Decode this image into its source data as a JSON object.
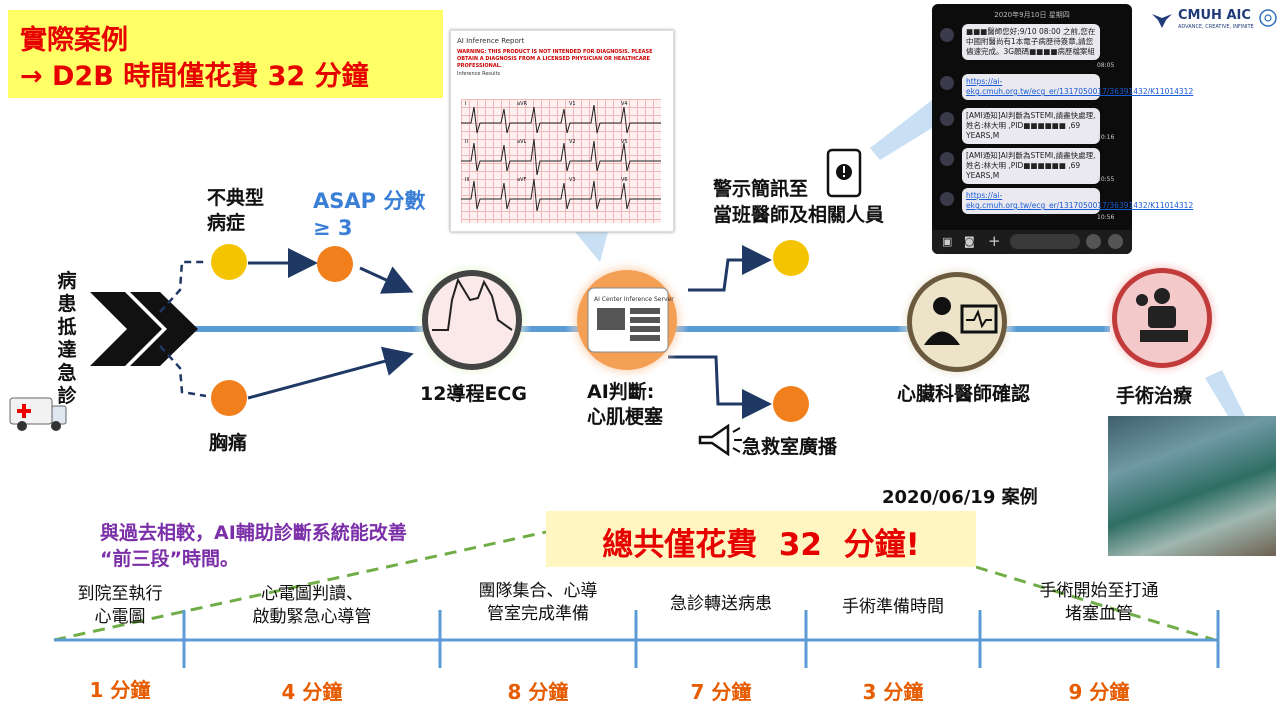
{
  "title": {
    "line1": "實際案例",
    "line2": "→ D2B 時間僅花費 32 分鐘"
  },
  "patient_arrival": "病患抵達急診",
  "branches": {
    "atypical": "不典型\n病症",
    "chest_pain": "胸痛",
    "asap_score": "ASAP 分數\n≥ 3"
  },
  "steps": {
    "ecg": "12導程ECG",
    "ai_judgement": "AI判斷:\n心肌梗塞",
    "ai_server_caption": "AI Center Inference Server",
    "cardiologist": "心臟科醫師確認",
    "surgery": "手術治療"
  },
  "alerts": {
    "sms": "警示簡訊至\n當班醫師及相關人員",
    "broadcast": "急救室廣播"
  },
  "report": {
    "title": "AI Inference Report",
    "warning": "WARNING: THIS PRODUCT IS NOT INTENDED FOR DIAGNOSIS. PLEASE OBTAIN A DIAGNOSIS FROM A LICENSED PHYSICIAN OR HEALTHCARE PROFESSIONAL.",
    "results_label": "Inference Results",
    "ecg_leads": [
      "I",
      "aVR",
      "V1",
      "V4",
      "II",
      "aVL",
      "V2",
      "V5",
      "III",
      "aVF",
      "V3",
      "V6"
    ]
  },
  "phone": {
    "date": "2020年9月10日 星期四",
    "messages": [
      {
        "text": "■■■醫師您好;9/10 08:00 之前,您在中國附醫尚有1本電子病歷待簽章,請您儘速完成。3G願碼■■■■病歷檔案組",
        "time": "08:05",
        "link": false
      },
      {
        "text": "https://ai-ekg.cmuh.org.tw/ecg_er/1317050017/36391432/K11014312",
        "time": "",
        "link": true
      },
      {
        "text": "[AMI通知]AI判斷為STEMI,請盡快處理, 姓名:林大明 ,PID■■■■■■ ,69 YEARS,M",
        "time": "10:16",
        "link": false
      },
      {
        "text": "[AMI通知]AI判斷為STEMI,請盡快處理, 姓名:林大明 ,PID■■■■■■ ,69 YEARS,M",
        "time": "10:55",
        "link": false
      },
      {
        "text": "https://ai-ekg.cmuh.org.tw/ecg_er/1317050017/36391432/K11014312",
        "time": "10:56",
        "link": true
      }
    ]
  },
  "logo": {
    "name": "CMUH AIC",
    "tagline": "ADVANCE, CREATIVE, INFINITE"
  },
  "case_date": "2020/06/19 案例",
  "comparison_note": "與過去相較，AI輔助診斷系統能改善\n“前三段”時間。",
  "total": "總共僅花費  32  分鐘!",
  "timeline": [
    {
      "label": "到院至執行\n心電圖",
      "duration": "1 分鐘"
    },
    {
      "label": "心電圖判讀、\n啟動緊急心導管",
      "duration": "4 分鐘"
    },
    {
      "label": "團隊集合、心導\n管室完成準備",
      "duration": "8 分鐘"
    },
    {
      "label": "急診轉送病患",
      "duration": "7 分鐘"
    },
    {
      "label": "手術準備時間",
      "duration": "3 分鐘"
    },
    {
      "label": "手術開始至打通\n堵塞血管",
      "duration": "9 分鐘"
    }
  ],
  "colors": {
    "title_red": "#e60000",
    "title_bg": "#ffff66",
    "flow_line": "#5b9bd5",
    "arrow_navy": "#1f3864",
    "node_yellow": "#f5c400",
    "node_orange": "#f07f1c",
    "asap_blue": "#3a7fd5",
    "note_purple": "#7b2fa8",
    "duration_orange": "#e65c00",
    "dash_green": "#70ad47"
  }
}
